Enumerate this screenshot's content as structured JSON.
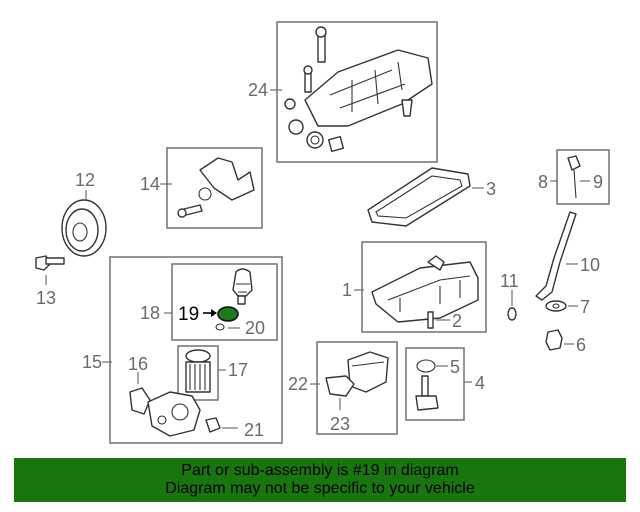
{
  "callouts": {
    "c1": "1",
    "c2": "2",
    "c3": "3",
    "c4": "4",
    "c5": "5",
    "c6": "6",
    "c7": "7",
    "c8": "8",
    "c9": "9",
    "c10": "10",
    "c11": "11",
    "c12": "12",
    "c13": "13",
    "c14": "14",
    "c15": "15",
    "c16": "16",
    "c17": "17",
    "c18": "18",
    "c19": "19",
    "c20": "20",
    "c21": "21",
    "c22": "22",
    "c23": "23",
    "c24": "24"
  },
  "highlight": {
    "part_number": "19",
    "color": "#1f7a1a"
  },
  "banner": {
    "line1": "Part or sub-assembly is #19 in diagram",
    "line2": "Diagram may not be specific to your vehicle",
    "background": "#19760f"
  }
}
